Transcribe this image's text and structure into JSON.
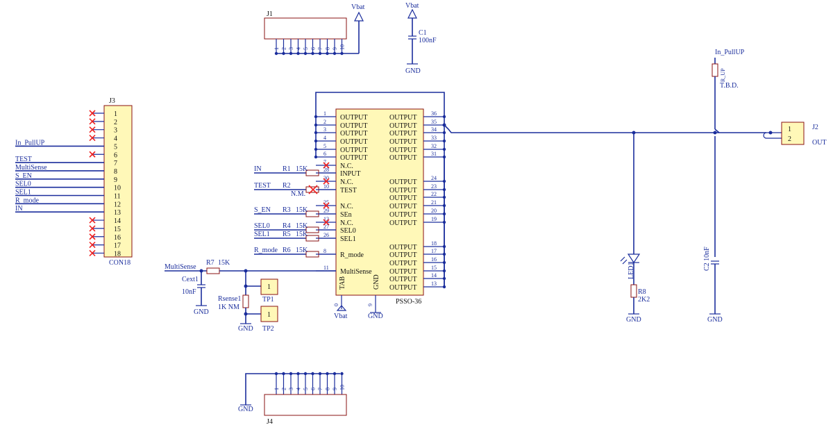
{
  "j1": {
    "ref": "J1",
    "pins": [
      "1",
      "2",
      "3",
      "4",
      "5",
      "6",
      "7",
      "8",
      "9",
      "10"
    ]
  },
  "j4": {
    "ref": "J4",
    "pins": [
      "1",
      "2",
      "3",
      "4",
      "5",
      "6",
      "7",
      "8",
      "9",
      "10"
    ]
  },
  "vbat": "Vbat",
  "gnd": "GND",
  "c1": {
    "ref": "C1",
    "val": "100nF"
  },
  "j3": {
    "ref": "J3",
    "part": "CON18",
    "pins": [
      "1",
      "2",
      "3",
      "4",
      "5",
      "6",
      "7",
      "8",
      "9",
      "10",
      "11",
      "12",
      "13",
      "14",
      "15",
      "16",
      "17",
      "18"
    ],
    "nets": [
      "",
      "",
      "",
      "",
      "In_PullUP",
      "",
      "TEST",
      "MultiSense",
      "S_EN",
      "SEL0",
      "SEL1",
      "R_mode",
      "IN",
      "",
      "",
      "",
      "",
      ""
    ]
  },
  "u1": {
    "part": "PSSO-36",
    "left": [
      {
        "n": "1",
        "name": "OUTPUT"
      },
      {
        "n": "2",
        "name": "OUTPUT"
      },
      {
        "n": "3",
        "name": "OUTPUT"
      },
      {
        "n": "4",
        "name": "OUTPUT"
      },
      {
        "n": "5",
        "name": "OUTPUT"
      },
      {
        "n": "6",
        "name": "OUTPUT"
      },
      {
        "n": "7",
        "name": "N.C."
      },
      {
        "n": "28",
        "name": "INPUT"
      },
      {
        "n": "30",
        "name": "N.C."
      },
      {
        "n": "10",
        "name": "TEST"
      },
      {
        "n": "25",
        "name": "N.C."
      },
      {
        "n": "29",
        "name": "SEn"
      },
      {
        "n": "12",
        "name": "N.C."
      },
      {
        "n": "27",
        "name": "SEL0"
      },
      {
        "n": "26",
        "name": "SEL1"
      },
      {
        "n": "8",
        "name": "R_mode"
      },
      {
        "n": "11",
        "name": "MultiSense"
      }
    ],
    "right": [
      {
        "n": "36",
        "name": "OUTPUT"
      },
      {
        "n": "35",
        "name": "OUTPUT"
      },
      {
        "n": "34",
        "name": "OUTPUT"
      },
      {
        "n": "33",
        "name": "OUTPUT"
      },
      {
        "n": "32",
        "name": "OUTPUT"
      },
      {
        "n": "31",
        "name": "OUTPUT"
      },
      {
        "n": "24",
        "name": "OUTPUT"
      },
      {
        "n": "23",
        "name": "OUTPUT"
      },
      {
        "n": "22",
        "name": "OUTPUT"
      },
      {
        "n": "21",
        "name": "OUTPUT"
      },
      {
        "n": "20",
        "name": "OUTPUT"
      },
      {
        "n": "19",
        "name": "OUTPUT"
      },
      {
        "n": "18",
        "name": "OUTPUT"
      },
      {
        "n": "17",
        "name": "OUTPUT"
      },
      {
        "n": "16",
        "name": "OUTPUT"
      },
      {
        "n": "15",
        "name": "OUTPUT"
      },
      {
        "n": "14",
        "name": "OUTPUT"
      },
      {
        "n": "13",
        "name": "OUTPUT"
      }
    ],
    "bottom": [
      {
        "n": "0",
        "name": "TAB"
      },
      {
        "n": "9",
        "name": "GND"
      }
    ]
  },
  "resistors": [
    {
      "net": "IN",
      "ref": "R1",
      "val": "15K"
    },
    {
      "net": "TEST",
      "ref": "R2",
      "val": "N.M."
    },
    {
      "net": "S_EN",
      "ref": "R3",
      "val": "15K"
    },
    {
      "net": "SEL0",
      "ref": "R4",
      "val": "15K"
    },
    {
      "net": "SEL1",
      "ref": "R5",
      "val": "15K"
    },
    {
      "net": "R_mode",
      "ref": "R6",
      "val": "15K"
    }
  ],
  "r7": {
    "net": "MultiSense",
    "ref": "R7",
    "val": "15K"
  },
  "cext": {
    "ref": "Cext1",
    "val": "10nF"
  },
  "rsense": {
    "ref": "Rsense1",
    "val": "1K NM"
  },
  "tp1": {
    "ref": "TP1",
    "pin": "1"
  },
  "tp2": {
    "ref": "TP2",
    "pin": "1"
  },
  "led": {
    "ref": "LED1"
  },
  "r8": {
    "ref": "R8",
    "val": "2K2"
  },
  "rup": {
    "net": "In_PullUP",
    "ref": "R_UP",
    "val": "T.B.D."
  },
  "c2": {
    "ref": "C2",
    "val": "10nF"
  },
  "j2": {
    "ref": "J2",
    "pins": [
      "1",
      "2"
    ],
    "net": "OUT"
  }
}
